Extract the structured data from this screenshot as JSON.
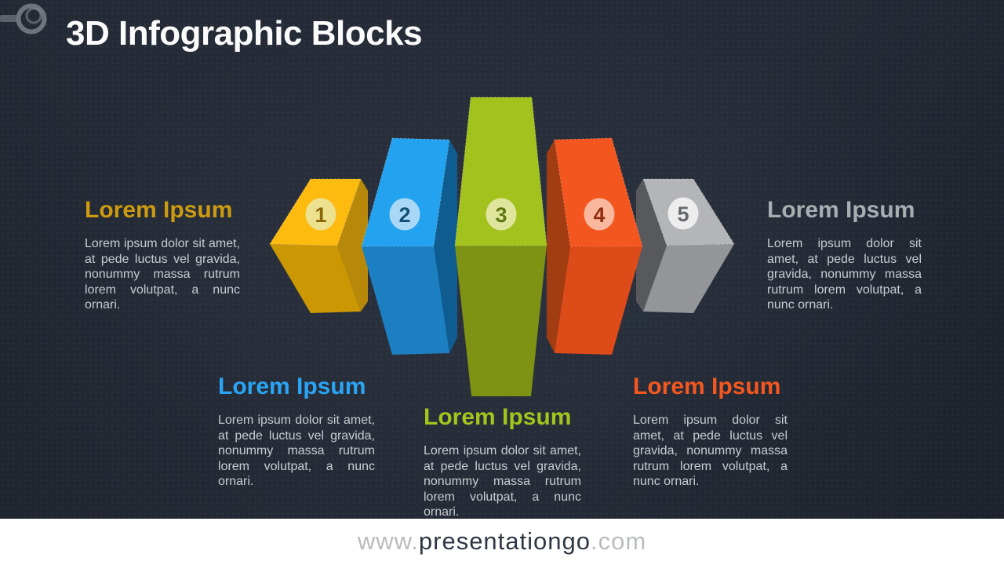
{
  "slide": {
    "title": "3D Infographic Blocks",
    "background_color": "#252B36",
    "footer": {
      "prefix": "www.",
      "name": "presentationgo",
      "suffix": ".com",
      "bar_color": "#FFFFFF"
    }
  },
  "styles": {
    "body_text": "#C8CCD1",
    "title_text": "#FBFBFC"
  },
  "blocks": [
    {
      "number": "1",
      "heading": "Lorem Ipsum",
      "body": "Lorem ipsum dolor sit amet, at pede luctus vel gravida, nonummy massa rutrum lorem volutpat, a nunc ornari.",
      "colors": {
        "face": "#FDBB10",
        "lower": "#CB9804",
        "side": "#B8880A",
        "badge": "#EDE08F",
        "badge_text": "#8A6607",
        "heading": "#CC9B0F"
      }
    },
    {
      "number": "2",
      "heading": "Lorem Ipsum",
      "body": "Lorem ipsum dolor sit amet, at pede luctus vel gravida, nonummy massa rutrum lorem volutpat, a nunc ornari.",
      "colors": {
        "face": "#22A2EF",
        "lower": "#1C7FC2",
        "side": "#0E5C90",
        "badge": "#A9D8F7",
        "badge_text": "#155175",
        "heading": "#2AA4F4"
      }
    },
    {
      "number": "3",
      "heading": "Lorem Ipsum",
      "body": "Lorem ipsum dolor sit amet, at pede luctus vel gravida, nonummy massa rutrum lorem volutpat, a nunc ornari.",
      "colors": {
        "face": "#A4C21E",
        "lower": "#7E9214",
        "badge": "#DFE59D",
        "badge_text": "#5E7712",
        "heading": "#A5C41C"
      }
    },
    {
      "number": "4",
      "heading": "Lorem Ipsum",
      "body": "Lorem ipsum dolor sit amet, at pede luctus vel gravida, nonummy massa rutrum lorem volutpat, a nunc ornari.",
      "colors": {
        "face": "#F3561E",
        "lower": "#DD4B19",
        "side": "#A23C11",
        "badge": "#F9B89D",
        "badge_text": "#8E2F0D",
        "heading": "#F4571F"
      }
    },
    {
      "number": "5",
      "heading": "Lorem Ipsum",
      "body": "Lorem ipsum dolor sit amet, at pede luctus vel gravida, nonummy massa rutrum lorem volutpat, a nunc ornari.",
      "colors": {
        "face": "#B3B5B8",
        "lower": "#939599",
        "side": "#58595D",
        "badge": "#EDEDED",
        "badge_text": "#66696D",
        "heading": "#A9ADB2"
      }
    }
  ]
}
